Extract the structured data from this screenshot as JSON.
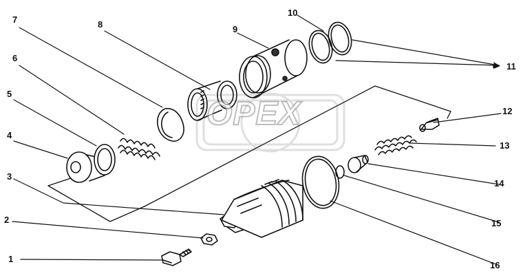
{
  "watermark": {
    "text": "OPEX"
  },
  "labels": [
    {
      "id": "1",
      "text": "1"
    },
    {
      "id": "2",
      "text": "2"
    },
    {
      "id": "3",
      "text": "3"
    },
    {
      "id": "4",
      "text": "4"
    },
    {
      "id": "5",
      "text": "5"
    },
    {
      "id": "6",
      "text": "6"
    },
    {
      "id": "7",
      "text": "7"
    },
    {
      "id": "8",
      "text": "8"
    },
    {
      "id": "9",
      "text": "9"
    },
    {
      "id": "10",
      "text": "10"
    },
    {
      "id": "11",
      "text": "11"
    },
    {
      "id": "12",
      "text": "12"
    },
    {
      "id": "13",
      "text": "13"
    },
    {
      "id": "14",
      "text": "14"
    },
    {
      "id": "15",
      "text": "15"
    },
    {
      "id": "16",
      "text": "16"
    }
  ]
}
